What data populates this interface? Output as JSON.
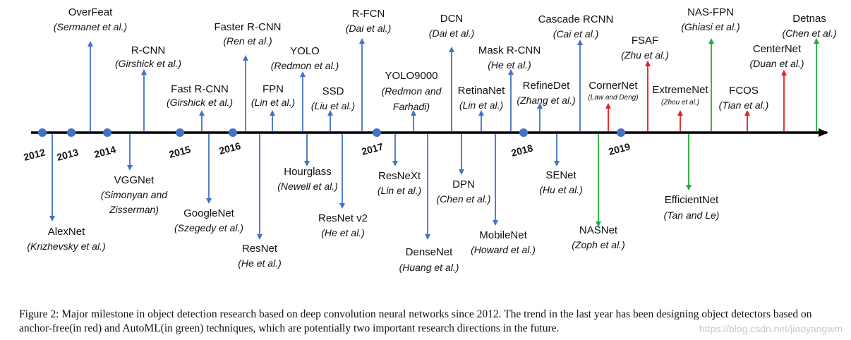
{
  "colors": {
    "blue": "#4472c4",
    "red": "#e32020",
    "green": "#1fae3a",
    "axis": "#000000",
    "dot": "#4472c4"
  },
  "years": [
    "2012",
    "2013",
    "2014",
    "2015",
    "2016",
    "2017",
    "2018",
    "2019"
  ],
  "milestones": [
    {
      "name": "OverFeat",
      "authors": "(Sermanet et al.)",
      "color": "blue",
      "dir": "up"
    },
    {
      "name": "R-CNN",
      "authors": "(Girshick et al.)",
      "color": "blue",
      "dir": "up"
    },
    {
      "name": "Fast R-CNN",
      "authors": "(Girshick et al.)",
      "color": "blue",
      "dir": "up"
    },
    {
      "name": "Faster R-CNN",
      "authors": "(Ren et al.)",
      "color": "blue",
      "dir": "up"
    },
    {
      "name": "FPN",
      "authors": "(Lin et al.)",
      "color": "blue",
      "dir": "up"
    },
    {
      "name": "YOLO",
      "authors": "(Redmon et al.)",
      "color": "blue",
      "dir": "up"
    },
    {
      "name": "SSD",
      "authors": "(Liu et al.)",
      "color": "blue",
      "dir": "up"
    },
    {
      "name": "R-FCN",
      "authors": "(Dai et al.)",
      "color": "blue",
      "dir": "up"
    },
    {
      "name": "YOLO9000",
      "authors": "(Redmon and",
      "authors2": "Farhadi)",
      "color": "blue",
      "dir": "up"
    },
    {
      "name": "DCN",
      "authors": "(Dai et al.)",
      "color": "blue",
      "dir": "up"
    },
    {
      "name": "RetinaNet",
      "authors": "(Lin et al.)",
      "color": "blue",
      "dir": "up"
    },
    {
      "name": "Mask R-CNN",
      "authors": "(He et al.)",
      "color": "blue",
      "dir": "up"
    },
    {
      "name": "RefineDet",
      "authors": "(Zhang et al.)",
      "color": "blue",
      "dir": "up"
    },
    {
      "name": "Cascade RCNN",
      "authors": "(Cai et al.)",
      "color": "blue",
      "dir": "up"
    },
    {
      "name": "CornerNet",
      "authors": "(Law and Deng)",
      "color": "red",
      "dir": "up"
    },
    {
      "name": "FSAF",
      "authors": "(Zhu et al.)",
      "color": "red",
      "dir": "up"
    },
    {
      "name": "ExtremeNet",
      "authors": "(Zhou et al.)",
      "color": "red",
      "dir": "up"
    },
    {
      "name": "NAS-FPN",
      "authors": "(Ghiasi et al.)",
      "color": "green",
      "dir": "up"
    },
    {
      "name": "FCOS",
      "authors": "(Tian et al.)",
      "color": "red",
      "dir": "up"
    },
    {
      "name": "CenterNet",
      "authors": "(Duan et al.)",
      "color": "red",
      "dir": "up"
    },
    {
      "name": "Detnas",
      "authors": "(Chen et al.)",
      "color": "green",
      "dir": "up"
    },
    {
      "name": "AlexNet",
      "authors": "(Krizhevsky et al.)",
      "color": "blue",
      "dir": "down"
    },
    {
      "name": "VGGNet",
      "authors": "(Simonyan and",
      "authors2": "Zisserman)",
      "color": "blue",
      "dir": "down"
    },
    {
      "name": "GoogleNet",
      "authors": "(Szegedy et al.)",
      "color": "blue",
      "dir": "down"
    },
    {
      "name": "ResNet",
      "authors": "(He et al.)",
      "color": "blue",
      "dir": "down"
    },
    {
      "name": "Hourglass",
      "authors": "(Newell et al.)",
      "color": "blue",
      "dir": "down"
    },
    {
      "name": "ResNet v2",
      "authors": "(He et al.)",
      "color": "blue",
      "dir": "down"
    },
    {
      "name": "ResNeXt",
      "authors": "(Lin et al.)",
      "color": "blue",
      "dir": "down"
    },
    {
      "name": "DenseNet",
      "authors": "(Huang et al.)",
      "color": "blue",
      "dir": "down"
    },
    {
      "name": "DPN",
      "authors": "(Chen et al.)",
      "color": "blue",
      "dir": "down"
    },
    {
      "name": "MobileNet",
      "authors": "(Howard et al.)",
      "color": "blue",
      "dir": "down"
    },
    {
      "name": "SENet",
      "authors": "(Hu et al.)",
      "color": "blue",
      "dir": "down"
    },
    {
      "name": "NASNet",
      "authors": "(Zoph et al.)",
      "color": "green",
      "dir": "down"
    },
    {
      "name": "EfficientNet",
      "authors": "(Tan and Le)",
      "color": "green",
      "dir": "down"
    }
  ],
  "caption": "Figure 2: Major milestone in object detection research based on deep convolution neural networks since 2012. The trend in the last year has been designing object detectors based on anchor-free(in red) and AutoML(in green) techniques, which are potentially two important research directions in the future.",
  "watermark": "https://blog.csdn.net/jiaoyangwm"
}
